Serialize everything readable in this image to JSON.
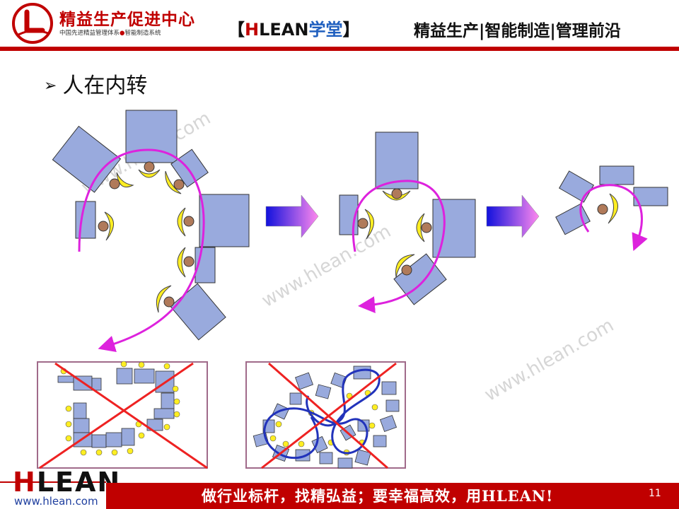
{
  "header": {
    "org_name": "精益生产促进中心",
    "org_sub_a": "中国先进精益管理体系",
    "org_sub_dot": "●",
    "org_sub_b": "智能制造系统",
    "brand_open": "【",
    "brand_h": "H",
    "brand_lean": "LEAN",
    "brand_xt": "学堂",
    "brand_close": "】",
    "slogan": "精益生产|智能制造|管理前沿"
  },
  "content": {
    "bullet_marker": "➢",
    "bullet_text": "人在内转"
  },
  "watermarks": [
    "www.hlean.com",
    "www.hlean.com",
    "www.hlean.com"
  ],
  "footer": {
    "logo_h": "H",
    "logo_rest": "LEAN",
    "url": "www.hlean.com",
    "slogan": "做行业标杆，找精弘益；要幸福高效，用HLEAN!",
    "page": "11"
  },
  "colors": {
    "brand_red": "#c00000",
    "machine_fill": "#99aadd",
    "flow_magenta": "#dd22dd",
    "flow_blue": "#2233bb",
    "cross_red": "#ee2222"
  }
}
